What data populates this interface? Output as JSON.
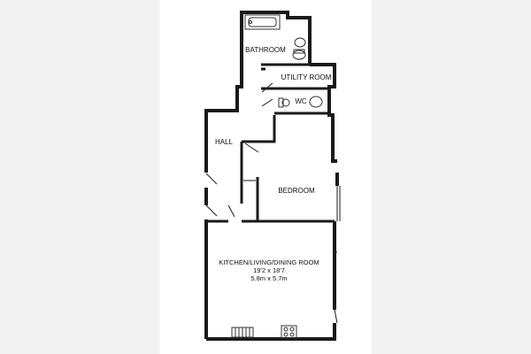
{
  "rooms": {
    "bathroom": "BATHROOM",
    "utility": "UTILITY ROOM",
    "wc": "WC",
    "hall": "HALL",
    "bedroom": "BEDROOM",
    "kitchen": {
      "name": "KITCHEN/LIVING/DINING ROOM",
      "imperial": "19'2 x 18'7",
      "metric": "5.8m x 5.7m"
    }
  },
  "colors": {
    "wall": "#1a1a1a",
    "fixture": "#333333",
    "side_band": "#f2f2f2"
  }
}
